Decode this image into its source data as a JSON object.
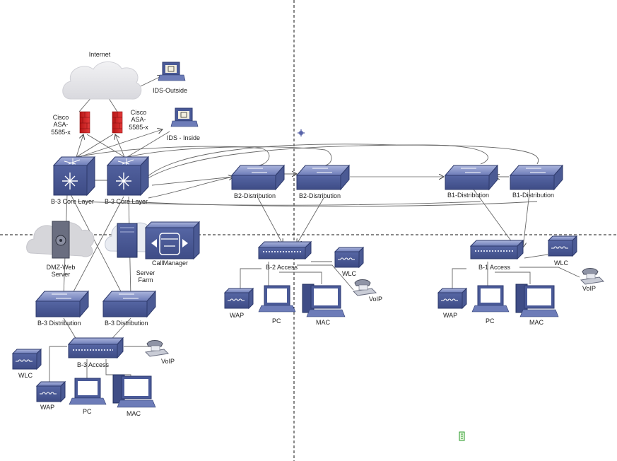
{
  "diagram": {
    "cloud_label": "Internet",
    "firewalls": {
      "left": "Cisco\nASA-\n5585-x",
      "right": "Cisco\nASA-\n5585-x"
    },
    "ids": {
      "outside": "IDS-Outside",
      "inside": "IDS - Inside"
    },
    "core": {
      "left": "B-3 Core Layer",
      "right": "B-3 Core Layer"
    },
    "b2_dist": {
      "left": "B2-Distribution",
      "right": "B2-Distribution"
    },
    "b1_dist": {
      "left": "B1-Distribution",
      "right": "B1-Distribution"
    },
    "servers": {
      "dmz": "DMZ-Web\nServer",
      "farm": "Server\nFarm",
      "callmanager": "CallManager"
    },
    "b3_dist": {
      "left": "B-3 Distribution",
      "right": "B-3 Distribution"
    },
    "b3": {
      "access": "B-3 Access",
      "wlc": "WLC",
      "wap": "WAP",
      "pc": "PC",
      "mac": "MAC",
      "voip": "VoIP"
    },
    "b2": {
      "access": "B-2 Access",
      "wlc": "WLC",
      "wap": "WAP",
      "pc": "PC",
      "mac": "MAC",
      "voip": "VoIP"
    },
    "b1": {
      "access": "B-1 Access",
      "wlc": "WLC",
      "wap": "WAP",
      "pc": "PC",
      "mac": "MAC",
      "voip": "VoIP"
    }
  },
  "colors": {
    "device": "#5a6aa6",
    "device_dark": "#3f4d86",
    "device_light": "#8f9ccc",
    "firewall": "#d92b2b",
    "cloud": "#e6e6ea",
    "server": "#3b4a8c",
    "guide": "#000000"
  }
}
